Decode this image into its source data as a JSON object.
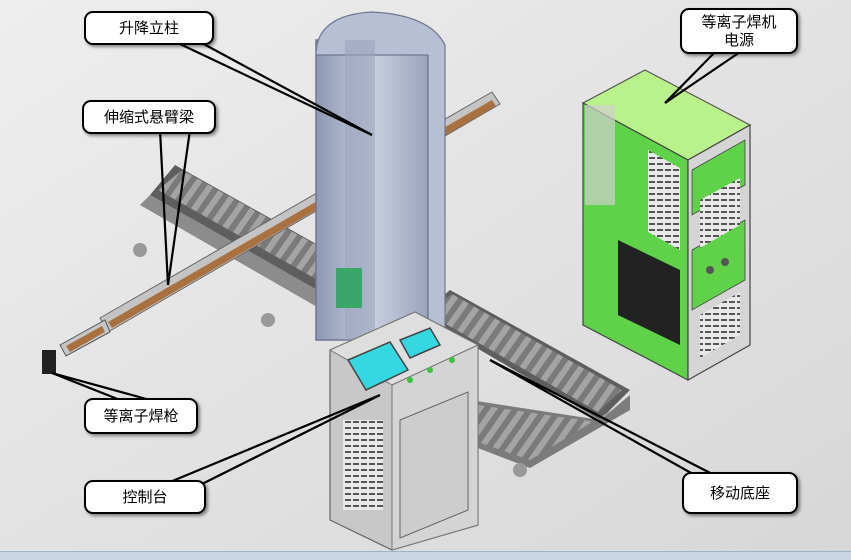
{
  "labels": {
    "column": "升降立柱",
    "arm": "伸缩式悬臂梁",
    "power_source_line1": "等离子焊机",
    "power_source_line2": "电源",
    "torch": "等离子焊枪",
    "console": "控制台",
    "base": "移动底座"
  },
  "colors": {
    "background": "#e2e2e2",
    "machine_green": "#5fd24a",
    "machine_green_light": "#b9f28a",
    "column_blue": "#aab4cc",
    "arm_wood": "#a9713f",
    "console_gray": "#c8c8c8",
    "screen_cyan": "#35d7e0"
  }
}
